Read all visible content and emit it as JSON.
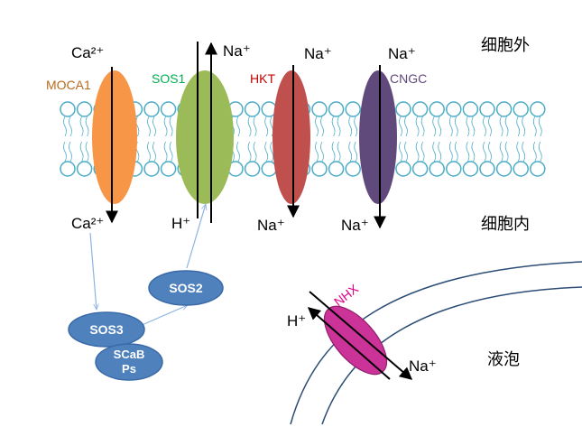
{
  "regions": {
    "outside": "细胞外",
    "inside": "细胞内",
    "vacuole": "液泡"
  },
  "channels": {
    "moca1": {
      "label": "MOCA1",
      "color": "#f79646",
      "label_color": "#b8691b"
    },
    "sos1": {
      "label": "SOS1",
      "color": "#9bbb59",
      "label_color": "#00b050"
    },
    "hkt": {
      "label": "HKT",
      "color": "#c0504d",
      "label_color": "#c00000"
    },
    "cngc": {
      "label": "CNGC",
      "color": "#604a7b",
      "label_color": "#604a7b"
    },
    "nhx": {
      "label": "NHX",
      "color": "#cc3399",
      "label_color": "#e0008a"
    }
  },
  "ions": {
    "moca1_top": "Ca²⁺",
    "moca1_bottom": "Ca²⁺",
    "sos1_top": "Na⁺",
    "sos1_bottom": "H⁺",
    "hkt_top": "Na⁺",
    "hkt_bottom": "Na⁺",
    "cngc_top": "Na⁺",
    "cngc_bottom": "Na⁺",
    "nhx_h": "H⁺",
    "nhx_na": "Na⁺"
  },
  "proteins": {
    "sos2": "SOS2",
    "sos3": "SOS3",
    "scabp_line1": "SCaB",
    "scabp_line2": "Ps"
  },
  "colors": {
    "membrane_stroke": "#4bacc6",
    "bubble_fill": "#4f81bd",
    "bubble_stroke": "#3a6aa8",
    "vacuole_stroke": "#2c4d75",
    "signal_line": "#8db3e2"
  }
}
